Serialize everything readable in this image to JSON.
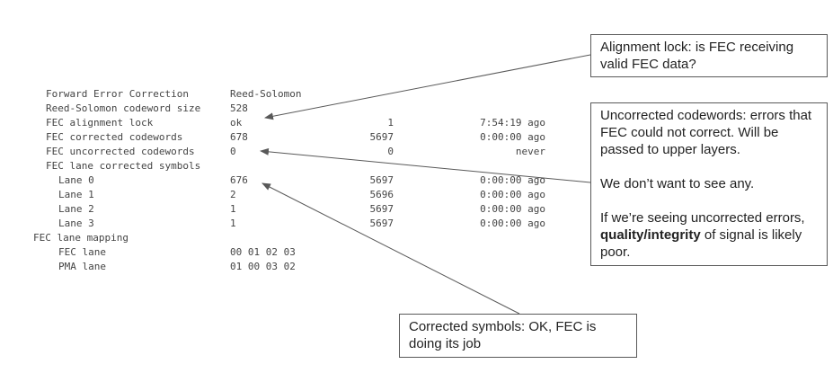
{
  "rows": [
    {
      "label": "Forward Error Correction",
      "value": "Reed-Solomon",
      "count": "",
      "time": ""
    },
    {
      "label": "Reed-Solomon codeword size",
      "value": "528",
      "count": "",
      "time": ""
    },
    {
      "label": "FEC alignment lock",
      "value": "ok",
      "count": "1",
      "time": "7:54:19 ago"
    },
    {
      "label": "FEC corrected codewords",
      "value": "678",
      "count": "5697",
      "time": "0:00:00 ago"
    },
    {
      "label": "FEC uncorrected codewords",
      "value": "0",
      "count": "0",
      "time": "never"
    },
    {
      "label": "FEC lane corrected symbols",
      "value": "",
      "count": "",
      "time": ""
    },
    {
      "label": "Lane 0",
      "value": "676",
      "count": "5697",
      "time": "0:00:00 ago"
    },
    {
      "label": "Lane 1",
      "value": "2",
      "count": "5696",
      "time": "0:00:00 ago"
    },
    {
      "label": "Lane 2",
      "value": "1",
      "count": "5697",
      "time": "0:00:00 ago"
    },
    {
      "label": "Lane 3",
      "value": "1",
      "count": "5697",
      "time": "0:00:00 ago"
    },
    {
      "label": "FEC lane mapping",
      "value": "",
      "count": "",
      "time": ""
    },
    {
      "label": "FEC lane",
      "value": "00 01 02 03",
      "count": "",
      "time": ""
    },
    {
      "label": "PMA lane",
      "value": "01 00 03 02",
      "count": "",
      "time": ""
    }
  ],
  "callouts": {
    "alignment": {
      "text": "Alignment lock: is FEC receiving valid FEC data?"
    },
    "uncorrected": {
      "line1": "Uncorrected codewords: errors that FEC could not correct. Will be passed to upper layers.",
      "line2": "We don’t want to see any.",
      "line3_prefix": "If we’re seeing uncorrected errors, ",
      "line3_bold": "quality/integrity",
      "line3_suffix": " of signal is likely poor."
    },
    "corrected": {
      "text": "Corrected symbols: OK, FEC is doing its job"
    }
  },
  "colors": {
    "terminal_text": "#444444",
    "callout_border": "#595959",
    "arrow": "#595959"
  }
}
